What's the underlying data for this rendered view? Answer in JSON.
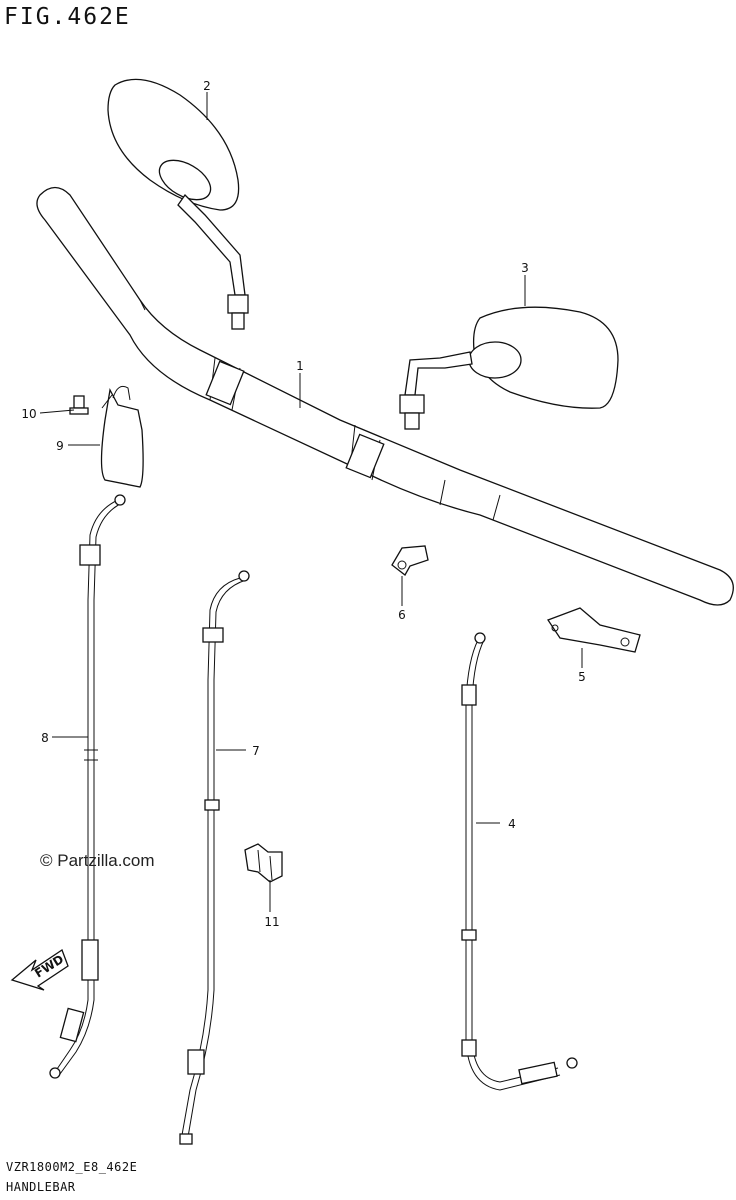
{
  "figure": {
    "title": "FIG.462E",
    "code": "VZR1800M2_E8_462E",
    "name": "HANDLEBAR",
    "watermark": "© Partzilla.com",
    "fwd_label": "FWD"
  },
  "callouts": [
    "1",
    "2",
    "3",
    "4",
    "5",
    "6",
    "7",
    "8",
    "9",
    "10",
    "11"
  ]
}
